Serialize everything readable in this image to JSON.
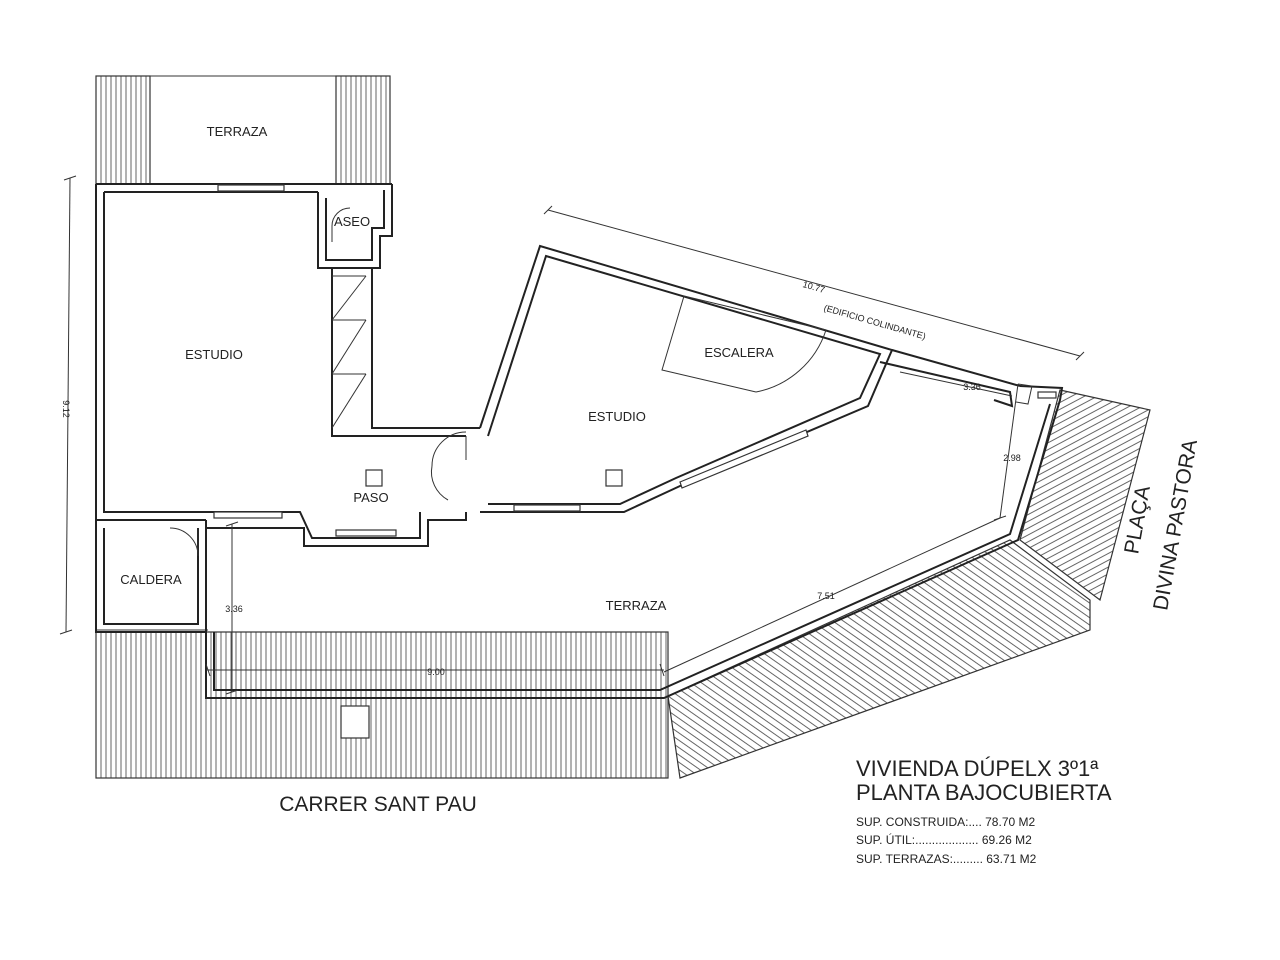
{
  "rooms": {
    "terraza_top": "TERRAZA",
    "aseo": "ASEO",
    "estudio_left": "ESTUDIO",
    "escalera": "ESCALERA",
    "estudio_right": "ESTUDIO",
    "paso": "PASO",
    "caldera": "CALDERA",
    "terraza_main": "TERRAZA"
  },
  "dimensions": {
    "top_diagonal": "10.77",
    "edificio": "(EDIFICIO COLINDANTE)",
    "right_short": "3.36",
    "right_vertical": "2.98",
    "left_total": "9.12",
    "left_inner": "3.36",
    "bottom": "9.00",
    "diagonal_bottom": "7.51"
  },
  "streets": {
    "carrer": "CARRER SANT PAU",
    "placa_line1": "PLAÇA",
    "placa_line2": "DIVINA PASTORA"
  },
  "info": {
    "title_line1": "VIVIENDA DÚPELX 3º1ª",
    "title_line2": "PLANTA BAJOCUBIERTA",
    "sup_construida": "SUP. CONSTRUIDA:.... 78.70 M2",
    "sup_util": "SUP. ÚTIL:................... 69.26 M2",
    "sup_terrazas": "SUP. TERRAZAS:......... 63.71 M2"
  }
}
